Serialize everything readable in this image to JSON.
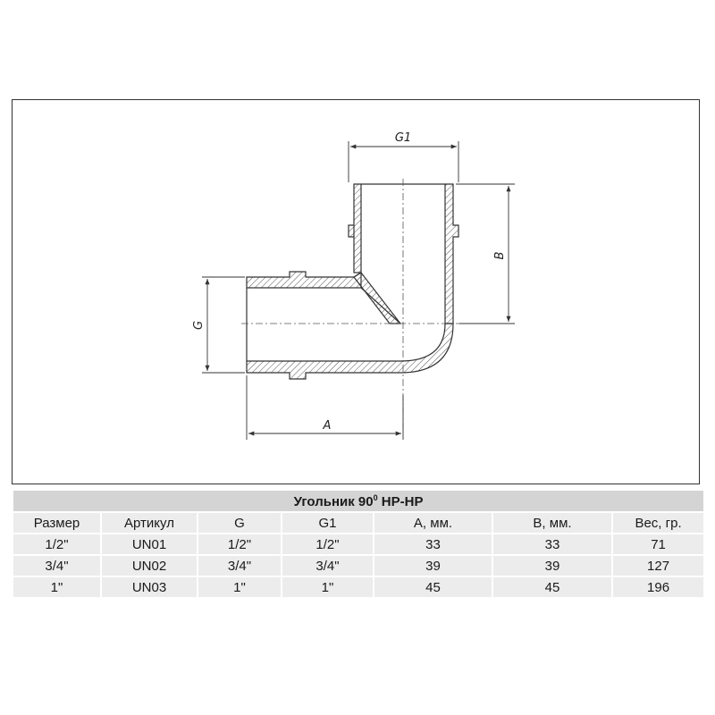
{
  "drawing": {
    "labels": {
      "g1": "G1",
      "b": "B",
      "g": "G",
      "a": "A"
    },
    "colors": {
      "line": "#333333",
      "hatch": "#555555"
    }
  },
  "table": {
    "title_main": "Угольник 90",
    "title_sup": "0",
    "title_suffix": " НР-НР",
    "headers": [
      "Размер",
      "Артикул",
      "G",
      "G1",
      "A, мм.",
      "B, мм.",
      "Вес, гр."
    ],
    "rows": [
      [
        "1/2\"",
        "UN01",
        "1/2\"",
        "1/2\"",
        "33",
        "33",
        "71"
      ],
      [
        "3/4\"",
        "UN02",
        "3/4\"",
        "3/4\"",
        "39",
        "39",
        "127"
      ],
      [
        "1\"",
        "UN03",
        "1\"",
        "1\"",
        "45",
        "45",
        "196"
      ]
    ],
    "colors": {
      "title_bg": "#d4d4d4",
      "cell_bg": "#ececec"
    }
  }
}
